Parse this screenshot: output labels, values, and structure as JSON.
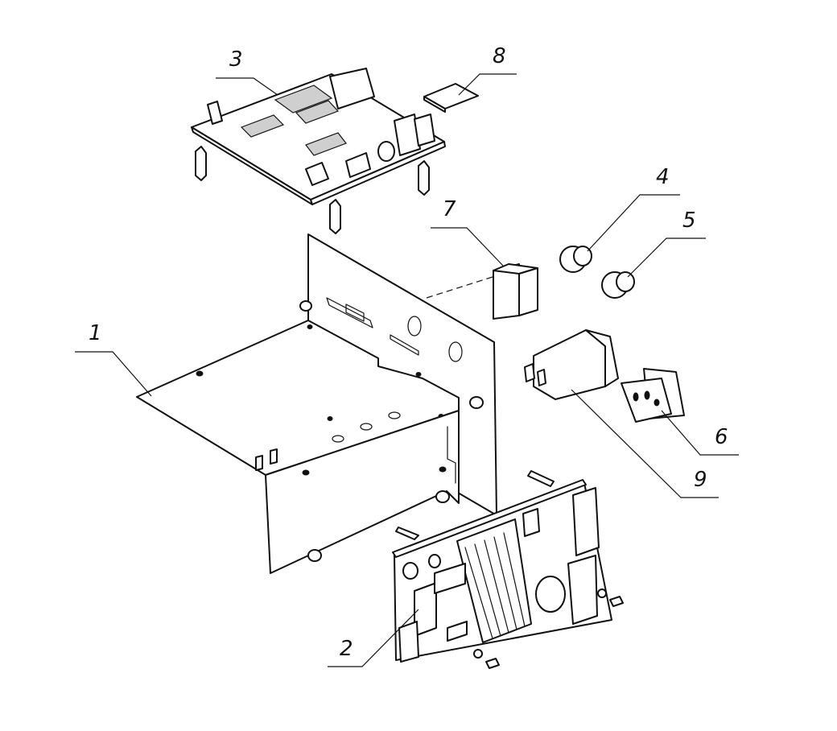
{
  "callouts": [
    {
      "id": "1",
      "label": "1"
    },
    {
      "id": "2",
      "label": "2"
    },
    {
      "id": "3",
      "label": "3"
    },
    {
      "id": "4",
      "label": "4"
    },
    {
      "id": "5",
      "label": "5"
    },
    {
      "id": "6",
      "label": "6"
    },
    {
      "id": "7",
      "label": "7"
    },
    {
      "id": "8",
      "label": "8"
    },
    {
      "id": "9",
      "label": "9"
    }
  ],
  "colors": {
    "line": "#111111",
    "background": "#ffffff"
  }
}
